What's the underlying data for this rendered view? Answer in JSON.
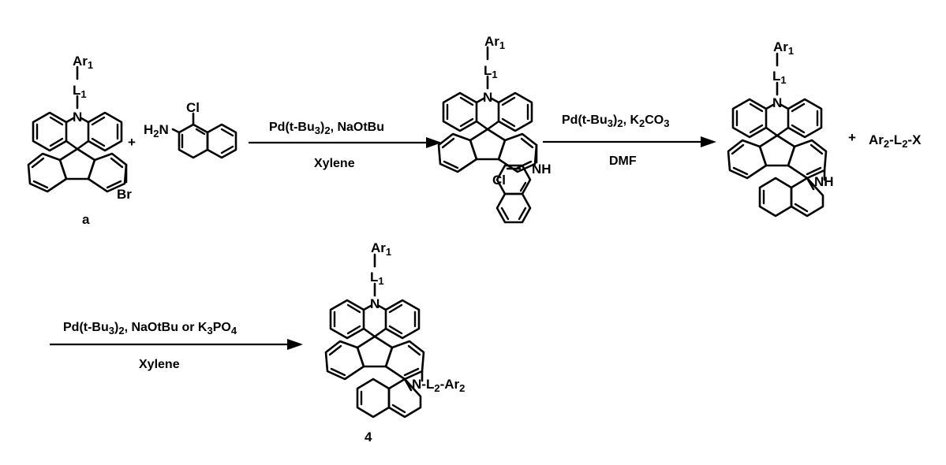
{
  "scheme": {
    "compound_a": {
      "ar1": [
        "Ar",
        "1"
      ],
      "l1": [
        "L",
        "1"
      ],
      "n": "N",
      "br": "Br",
      "id": "a"
    },
    "plus_1": "+",
    "reagent_amine": {
      "h2n": [
        "H",
        "2",
        "N"
      ],
      "cl": "Cl"
    },
    "step1": {
      "cond_top": [
        "Pd(t-Bu",
        "3",
        ")",
        "2",
        ", NaOtBu"
      ],
      "cond_bottom": "Xylene"
    },
    "intermediate_1": {
      "ar1": [
        "Ar",
        "1"
      ],
      "l1": [
        "L",
        "1"
      ],
      "n": "N",
      "nh": "NH",
      "cl": "Cl"
    },
    "step2": {
      "cond_top": [
        "Pd(t-Bu",
        "3",
        ")",
        "2",
        ", K",
        "2",
        "CO",
        "3"
      ],
      "cond_bottom": "DMF"
    },
    "intermediate_2": {
      "ar1": [
        "Ar",
        "1"
      ],
      "l1": [
        "L",
        "1"
      ],
      "n": "N",
      "nh": "NH"
    },
    "plus_2": "+",
    "reagent_halide": [
      "Ar",
      "2",
      "-L",
      "2",
      "-X"
    ],
    "step3": {
      "cond_top": [
        "Pd(t-Bu",
        "3",
        ")",
        "2",
        ", NaOtBu or K",
        "3",
        "PO",
        "4"
      ],
      "cond_bottom": "Xylene"
    },
    "product_4": {
      "ar1": [
        "Ar",
        "1"
      ],
      "l1": [
        "L",
        "1"
      ],
      "n": "N",
      "n_sub": [
        "N",
        "-L",
        "2",
        "-Ar",
        "2"
      ],
      "id": "4"
    }
  }
}
